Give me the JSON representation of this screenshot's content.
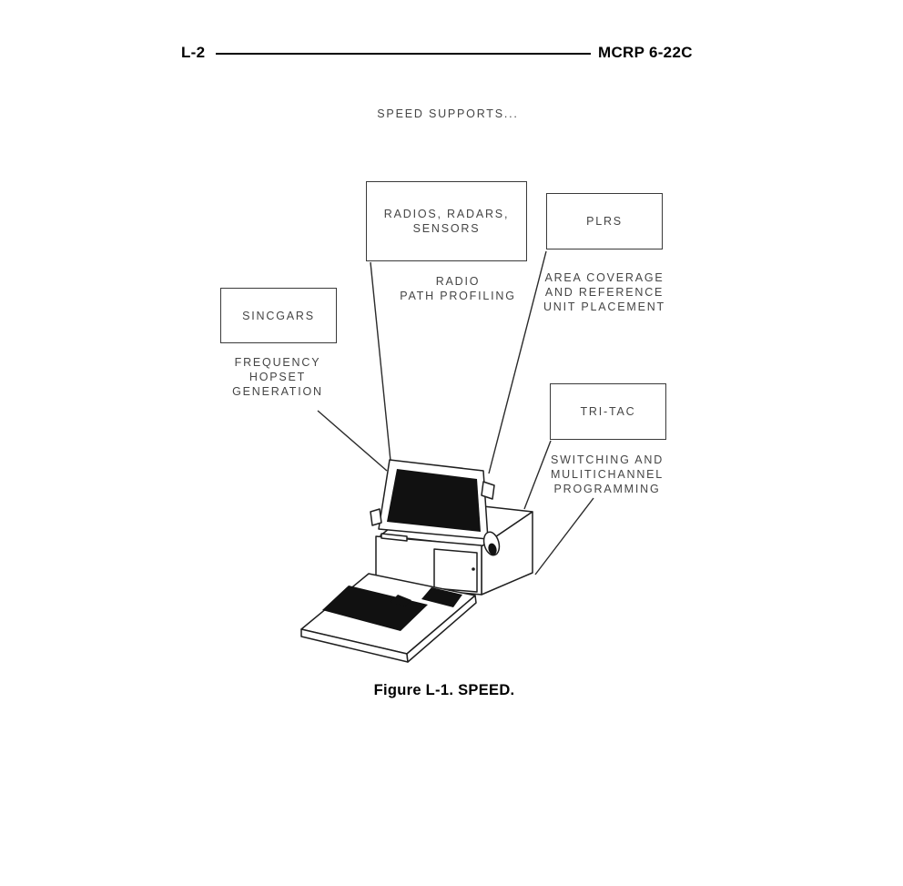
{
  "page": {
    "header": {
      "page_number": "L-2",
      "doc_number": "MCRP 6-22C"
    },
    "title": "SPEED SUPPORTS...",
    "figure_caption": "Figure L-1. SPEED."
  },
  "diagram": {
    "nodes": [
      {
        "id": "radios-radars-sensors",
        "label_lines": [
          "RADIOS, RADARS,",
          "SENSORS"
        ],
        "caption_lines": [
          "RADIO",
          "PATH PROFILING"
        ]
      },
      {
        "id": "plrs",
        "label_lines": [
          "PLRS"
        ],
        "caption_lines": [
          "AREA COVERAGE",
          "AND REFERENCE",
          "UNIT PLACEMENT"
        ]
      },
      {
        "id": "sincgars",
        "label_lines": [
          "SINCGARS"
        ],
        "caption_lines": [
          "FREQUENCY",
          "HOPSET",
          "GENERATION"
        ]
      },
      {
        "id": "tri-tac",
        "label_lines": [
          "TRI-TAC"
        ],
        "caption_lines": [
          "SWITCHING AND",
          "MULITICHANNEL",
          "PROGRAMMING"
        ]
      }
    ]
  },
  "colors": {
    "ink": "#000000",
    "diagram_ink": "#2b2b2b",
    "diagram_text": "#454545",
    "background": "#ffffff"
  }
}
